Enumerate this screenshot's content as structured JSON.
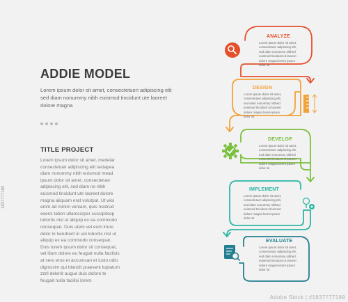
{
  "header": {
    "title": "ADDIE MODEL",
    "intro": "Lorem ipsum dolor sit amet, consectetueri adipiscing elit sed diam nonummy nibh euismod tincidunt ute laoreet dolore magna"
  },
  "project": {
    "title": "TITLE PROJECT",
    "body": "Lorem ipsum dolor sit amet, medelar consectetuer adipiscing elit sedapea diam nonummy nibh euismod mead ipsum dolor sit amet, consectetuer adipiscing elit, sed diam no nibh euismod tincidunt ute laoreet dolore magna aliquam erat volutpat. Ut wisi enim ad minim veniam, quis nostrud exerci tation ullamcorper suscipitsep lobortis nisl ut aliquip ex ea commodo consequat. Duis utem vel eum iriure dolor in hendrerit in vel lobortis nisl ut aliquip ex ea commodo consequat. Duis lorem ipsum dolor sit consequat, vel illum dolore eu feugiat nulla facilisis at vero eros et accumsan et iusto odio dignissim qui blandit praesent luptatum zzril delenit augue duis dolore te feugait nulla facilisi lorem"
  },
  "stages": [
    {
      "label": "ANALYZE",
      "color": "#e4502c",
      "icon": "magnifier-icon",
      "text": "Lorem ipsum dolor sit amet, consectetuer adipiscing elit, sed diam nonummy nibhed euismod tincidunt ut laoreet dolore magna lorem ipsum dolor sit"
    },
    {
      "label": "DESIGN",
      "color": "#f2a23a",
      "icon": "ruler-icon",
      "text": "Lorem ipsum dolor sit amet, consectetuer adipiscing elit, sed diam nonummy nibhed euismod tincidunt ut laoreet dolore magna lorem ipsum dolor sit"
    },
    {
      "label": "DEVELOP",
      "color": "#7bbf3e",
      "icon": "gear-check-icon",
      "text": "Lorem ipsum dolor sit amet, consectetuer adipiscing elit, sed diam nonummy nibhed euismod tincidunt ut laoreet dolore magna lorem ipsum dolor sit"
    },
    {
      "label": "IMPLEMENT",
      "color": "#2bb5a5",
      "icon": "idea-gear-icon",
      "text": "Lorem ipsum dolor sit amet, consectetuer adipiscing elit, sed diam nonummy nibhed euismod tincidunt ut laoreet dolore magna lorem ipsum dolor sit"
    },
    {
      "label": "EVALUATE",
      "color": "#237f8f",
      "icon": "document-search-icon",
      "text": "Lorem ipsum dolor sit amet, consectetuer adipiscing elit, sed diam nonummy nibhed euismod tincidunt ut laoreet dolore magna lorem ipsum dolor sit"
    }
  ],
  "stock": {
    "watermark": "Adobe Stock | #1837777189",
    "side_id": "1837777189"
  }
}
